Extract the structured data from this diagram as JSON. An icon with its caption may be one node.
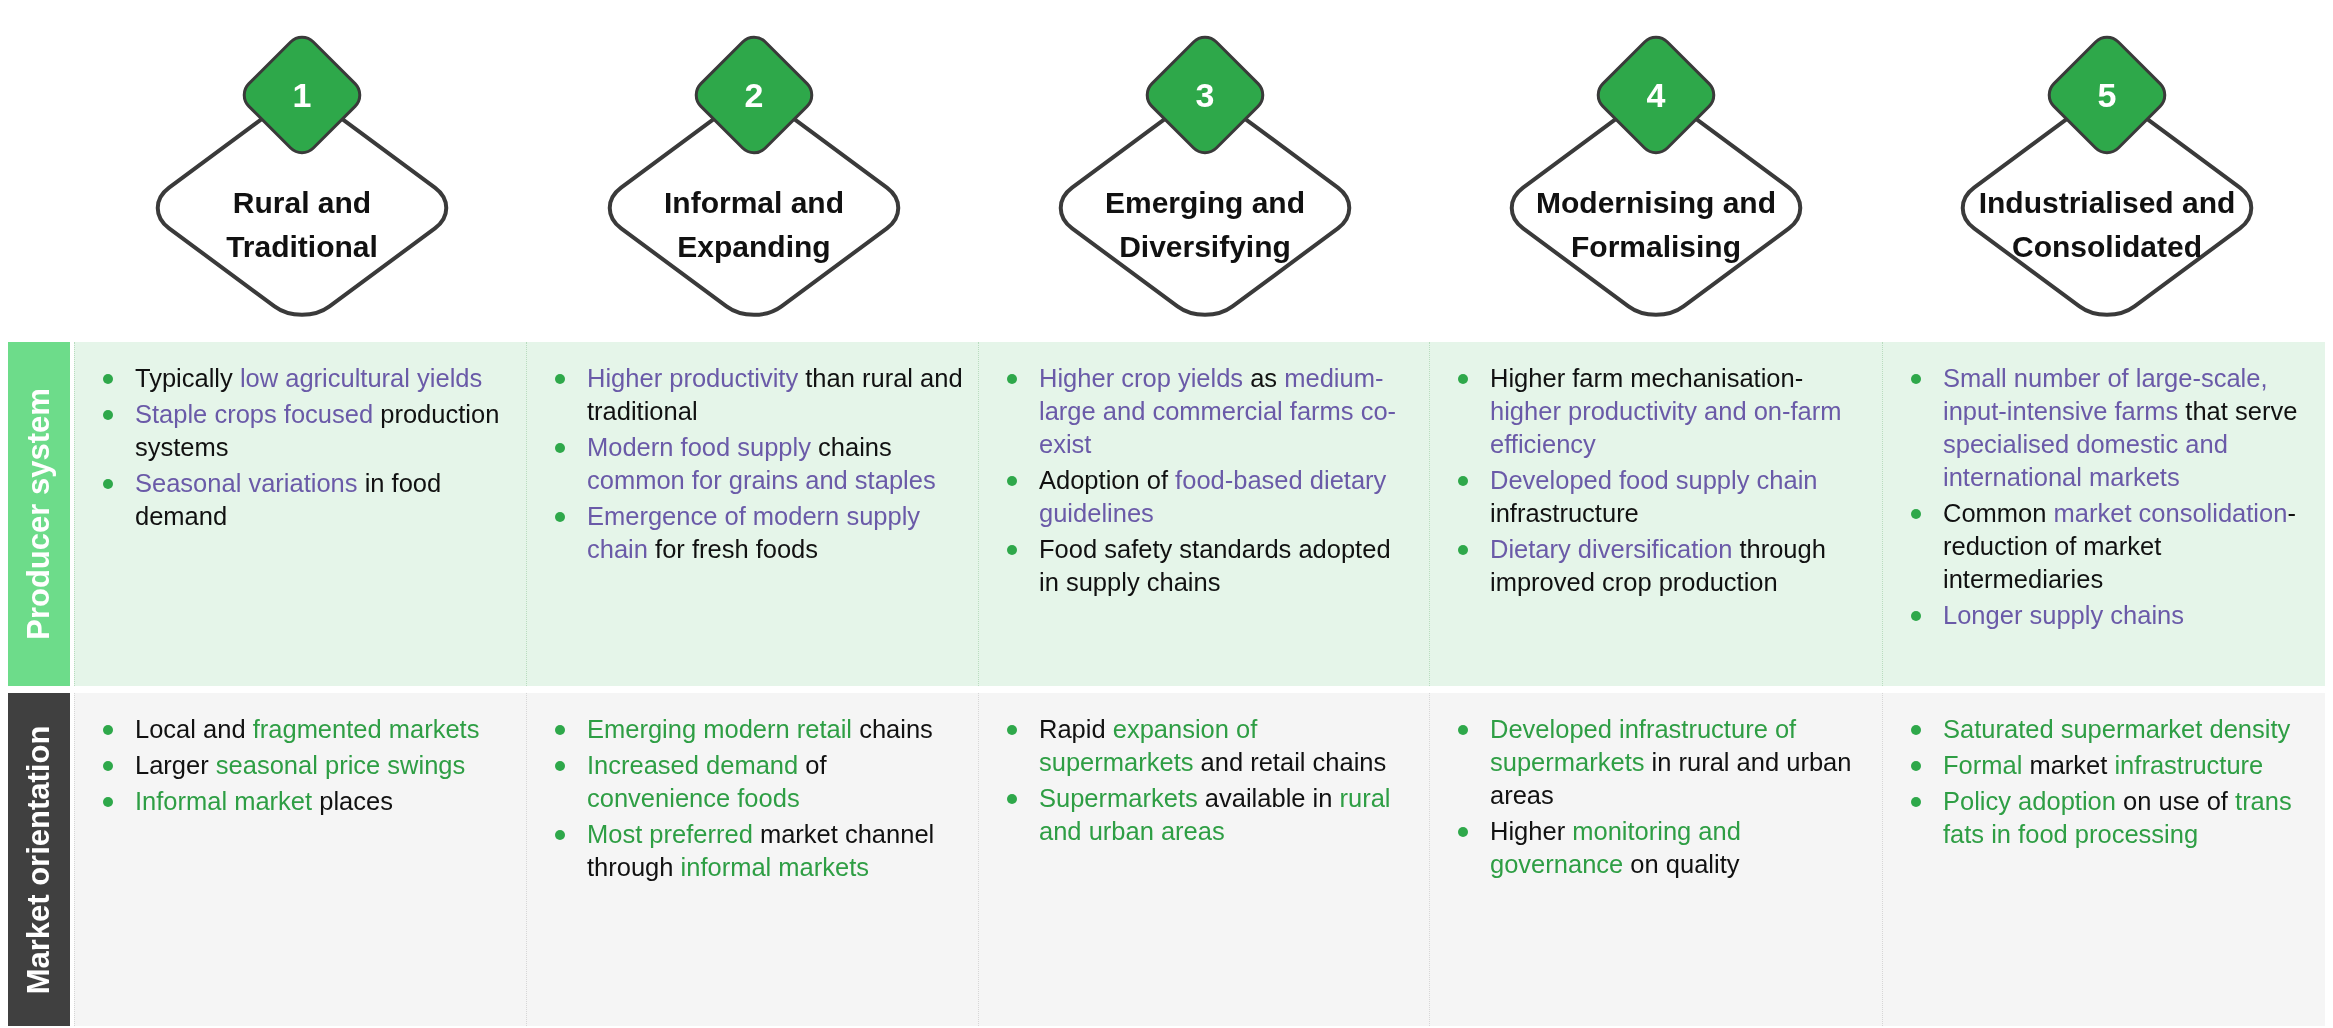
{
  "diagram": {
    "nodes": [
      {
        "text": [
          "1"
        ]
      },
      {
        "text": [
          "Rural and Traditional"
        ]
      },
      {
        "text": [
          "2"
        ]
      },
      {
        "text": [
          "Informal and Expanding"
        ]
      },
      {
        "text": [
          "3"
        ]
      },
      {
        "text": [
          "Emerging and Diversifying"
        ]
      },
      {
        "text": [
          "4"
        ]
      },
      {
        "text": [
          "Modernising and Formalising"
        ]
      },
      {
        "text": [
          "5"
        ]
      },
      {
        "text": [
          "Industrialised and Consolidated"
        ]
      },
      {
        "text": [
          "Producer system"
        ]
      },
      {
        "text": [
          "Typically *low agricultural yields*",
          "*Staple crops focused* production systems",
          "*Seasonal variations* in food demand"
        ]
      },
      {
        "text": [
          "*Higher productivity* than rural and traditional",
          "*Modern food supply* chains *common for grains and staples*",
          "*Emergence of modern supply chain* for fresh foods"
        ]
      },
      {
        "text": [
          "*Higher crop yields* as *medium-large and commercial farms co-exist*",
          "Adoption of *food-based dietary guidelines*",
          "Food safety standards adopted in supply chains"
        ]
      },
      {
        "text": [
          "Higher farm mechanisation- *higher productivity and on-farm efficiency*",
          "*Developed food supply chain* infrastructure",
          "*Dietary diversification* through improved crop production"
        ]
      },
      {
        "text": [
          "*Small number of large-scale, input-intensive farms* that serve *specialised domestic and international markets*",
          "Common *market consolidation*- reduction of market intermediaries",
          "*Longer supply chains*"
        ]
      },
      {
        "text": [
          "Market orientation"
        ]
      },
      {
        "text": [
          "Local and *fragmented markets*",
          "Larger *seasonal price swings*",
          "*Informal market* places"
        ]
      },
      {
        "text": [
          "*Emerging modern retail* chains",
          "*Increased demand* of *convenience foods*",
          "*Most preferred* market channel through *informal markets*"
        ]
      },
      {
        "text": [
          "Rapid *expansion of supermarkets* and retail chains",
          "*Supermarkets* available in *rural and urban areas*"
        ]
      },
      {
        "text": [
          "*Developed infrastructure of supermarkets* in rural and urban areas",
          "Higher *monitoring and governance* on quality"
        ]
      },
      {
        "text": [
          "*Saturated supermarket density*",
          "*Formal* market *infrastructure*",
          "*Policy adoption* on use of *trans fats in food processing*"
        ]
      }
    ]
  }
}
